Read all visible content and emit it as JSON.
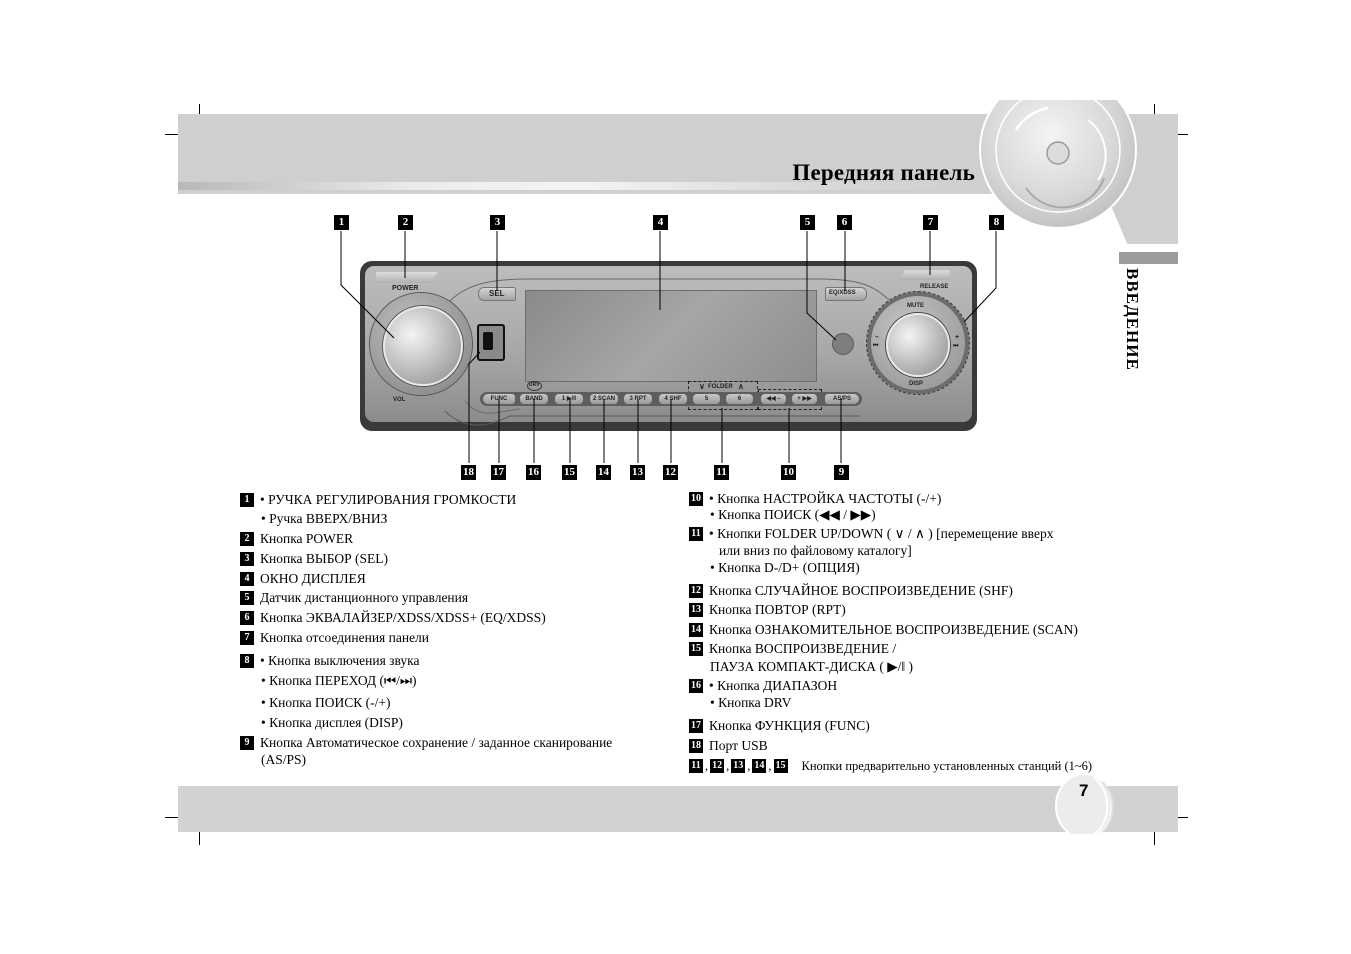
{
  "page": {
    "title": "Передняя панель",
    "section_tab": "ВВЕДЕНИЕ",
    "page_number": "7"
  },
  "device": {
    "labels": {
      "power": "POWER",
      "sel": "SEL",
      "vol": "VOL",
      "drv": "DRV",
      "eq": "EQ/XDSS",
      "release": "RELEASE",
      "mute": "MUTE",
      "disp": "DISP",
      "minus": "–",
      "plus": "+",
      "prev": "⏮",
      "next": "⏭",
      "folder": "FOLDER",
      "folder_down": "∨",
      "folder_up": "∧"
    },
    "buttons": [
      "FUNC",
      "BAND",
      "1 ▶/‖",
      "2 SCAN",
      "3 RPT",
      "4 SHF",
      "5",
      "6",
      "◀◀ –",
      "+ ▶▶",
      "AS/PS"
    ]
  },
  "callouts_top": [
    "1",
    "2",
    "3",
    "4",
    "5",
    "6",
    "7",
    "8"
  ],
  "callouts_bottom": [
    "18",
    "17",
    "16",
    "15",
    "14",
    "13",
    "12",
    "11",
    "10",
    "9"
  ],
  "legend_left": [
    {
      "num": "1",
      "lines": [
        "• РУЧКА РЕГУЛИРОВАНИЯ ГРОМКОСТИ",
        "• Ручка ВВЕРХ/ВНИЗ"
      ]
    },
    {
      "num": "2",
      "lines": [
        "Кнопка POWER"
      ]
    },
    {
      "num": "3",
      "lines": [
        "Кнопка ВЫБОР (SEL)"
      ]
    },
    {
      "num": "4",
      "lines": [
        "ОКНО ДИСПЛЕЯ"
      ]
    },
    {
      "num": "5",
      "lines": [
        "Датчик дистанционного управления"
      ]
    },
    {
      "num": "6",
      "lines": [
        "Кнопка ЭКВАЛАЙЗЕР/XDSS/XDSS+ (EQ/XDSS)"
      ]
    },
    {
      "num": "7",
      "lines": [
        "Кнопка отсоединения панели"
      ]
    },
    {
      "num": "8",
      "lines": [
        "• Кнопка выключения звука",
        "• Кнопка ПЕРЕХОД (⏮/⏭)",
        "• Кнопка ПОИСК (-/+)",
        "• Кнопка дисплея (DISP)"
      ]
    },
    {
      "num": "9",
      "lines": [
        "Кнопка Автоматическое сохранение / заданное сканирование",
        "(AS/PS)"
      ]
    }
  ],
  "legend_right": [
    {
      "num": "10",
      "lines": [
        "• Кнопка НАСТРОЙКА ЧАСТОТЫ (-/+)",
        "• Кнопка ПОИСК (◀◀ / ▶▶)"
      ]
    },
    {
      "num": "11",
      "lines": [
        "• Кнопки FOLDER UP/DOWN ( ∨ / ∧ ) [перемещение вверх",
        "или вниз по файловому каталогу]",
        "• Кнопка D-/D+ (ОПЦИЯ)"
      ]
    },
    {
      "num": "12",
      "lines": [
        "Кнопка СЛУЧАЙНОЕ ВОСПРОИЗВЕДЕНИЕ (SHF)"
      ]
    },
    {
      "num": "13",
      "lines": [
        "Кнопка ПОВТОР (RPT)"
      ]
    },
    {
      "num": "14",
      "lines": [
        "Кнопка ОЗНАКОМИТЕЛЬНОЕ ВОСПРОИЗВЕДЕНИЕ (SCAN)"
      ]
    },
    {
      "num": "15",
      "lines": [
        "Кнопка ВОСПРОИЗВЕДЕНИЕ /",
        "ПАУЗА КОМПАКТ-ДИСКА ( ▶/‖ )"
      ]
    },
    {
      "num": "16",
      "lines": [
        "• Кнопка ДИАПАЗОН",
        "• Кнопка DRV"
      ]
    },
    {
      "num": "17",
      "lines": [
        "Кнопка ФУНКЦИЯ (FUNC)"
      ]
    },
    {
      "num": "18",
      "lines": [
        "Порт USB"
      ]
    }
  ],
  "preset_note": {
    "nums": [
      "11",
      "12",
      "13",
      "14",
      "15"
    ],
    "text": "Кнопки предварительно установленных станций (1~6)"
  }
}
